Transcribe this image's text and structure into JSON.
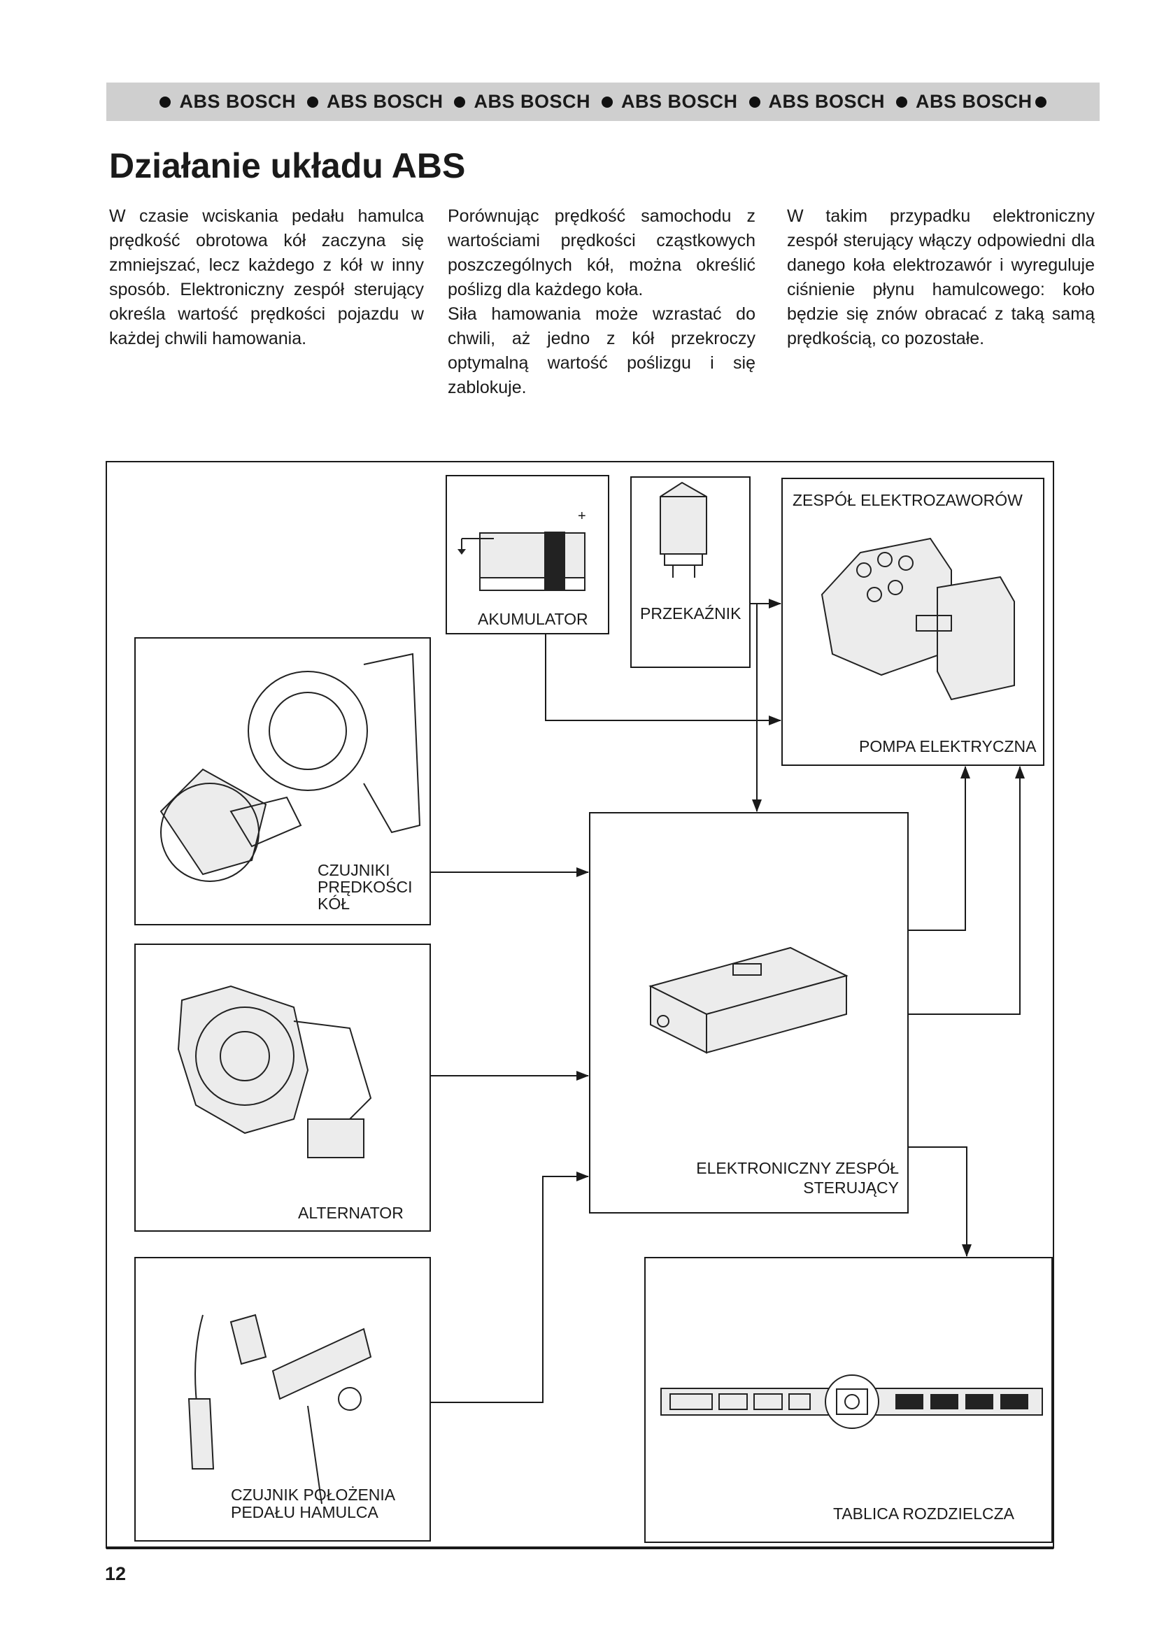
{
  "banner": {
    "items": [
      "ABS BOSCH",
      "ABS BOSCH",
      "ABS BOSCH",
      "ABS BOSCH",
      "ABS BOSCH",
      "ABS BOSCH"
    ]
  },
  "title": "Działanie układu ABS",
  "columns": [
    "W czasie wciskania pedału hamulca prędkość obrotowa kół zaczyna się zmniejszać, lecz każdego z kół w inny sposób. Elektroniczny zespół sterujący określa wartość prędkości pojazdu w każdej chwili hamowania.",
    "Porównując prędkość samochodu z wartościami prędkości cząstkowych poszczególnych kół, można określić poślizg dla każdego koła.\nSiła hamowania może wzrastać do chwili, aż jedno z kół przekroczy optymalną wartość poślizgu i się zablokuje.",
    "W takim przypadku elektroniczny zespół sterujący włączy odpowiedni dla danego koła elektrozawór i wyreguluje ciśnienie płynu hamulcowego: koło będzie się znów obracać z taką samą prędkością, co pozostałe."
  ],
  "diagram": {
    "akumulator": "AKUMULATOR",
    "przekaznik": "PRZEKAŹNIK",
    "zespol_title": "ZESPÓŁ ELEKTROZAWORÓW",
    "pompa": "POMPA ELEKTRYCZNA",
    "czujniki_1": "CZUJNIKI",
    "czujniki_2": "PRĘDKOŚCI",
    "czujniki_3": "KÓŁ",
    "alternator": "ALTERNATOR",
    "ecu_1": "ELEKTRONICZNY ZESPÓŁ",
    "ecu_2": "STERUJĄCY",
    "pedal_1": "CZUJNIK POŁOŻENIA",
    "pedal_2": "PEDAŁU HAMULCA",
    "tablica": "TABLICA ROZDZIELCZA"
  },
  "page_number": "12"
}
